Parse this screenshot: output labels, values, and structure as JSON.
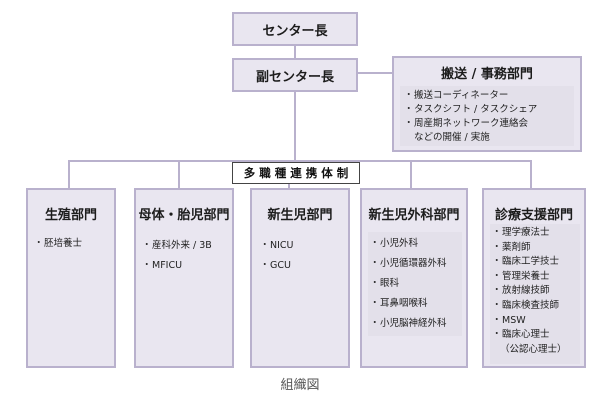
{
  "top": {
    "title": "センター長"
  },
  "vice": {
    "title": "副センター長"
  },
  "transport": {
    "title": "搬送 / 事務部門",
    "items": [
      "搬送コーディネーター",
      "タスクシフト / タスクシェア",
      "周産期ネットワーク連絡会"
    ],
    "continuation": "などの開催 / 実施"
  },
  "banner": {
    "label": "多 職 種 連 携 体 制"
  },
  "departments": [
    {
      "title": "生殖部門",
      "items": [
        "胚培養士"
      ]
    },
    {
      "title": "母体・胎児部門",
      "items": [
        "産科外来 / 3B",
        "MFICU"
      ]
    },
    {
      "title": "新生児部門",
      "items": [
        "NICU",
        "GCU"
      ]
    },
    {
      "title": "新生児外科部門",
      "items": [
        "小児外科",
        "小児循環器外科",
        "眼科",
        "耳鼻咽喉科",
        "小児脳神経外科"
      ]
    },
    {
      "title": "診療支援部門",
      "items": [
        "理学療法士",
        "薬剤師",
        "臨床工学技士",
        "管理栄養士",
        "放射線技師",
        "臨床検査技師",
        "MSW",
        "臨床心理士"
      ],
      "continuation": "（公認心理士）"
    }
  ],
  "caption": "組織図",
  "colors": {
    "box_fill": "#e9e6f0",
    "box_border": "#b9b1cd",
    "inner_fill": "#e3e0ea"
  }
}
